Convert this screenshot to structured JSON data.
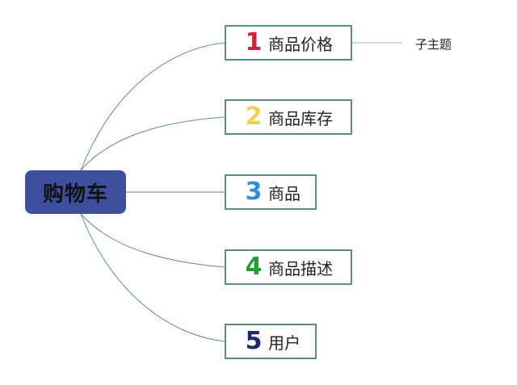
{
  "root": {
    "label": "购物车"
  },
  "nodes": [
    {
      "number": "1",
      "label": "商品价格",
      "number_color": "#d21f3c"
    },
    {
      "number": "2",
      "label": "商品库存",
      "number_color": "#f1cf4d"
    },
    {
      "number": "3",
      "label": "商品",
      "number_color": "#2d8fd5"
    },
    {
      "number": "4",
      "label": "商品描述",
      "number_color": "#23a035"
    },
    {
      "number": "5",
      "label": "用户",
      "number_color": "#1c2a6b"
    }
  ],
  "subtopic": {
    "label": "子主题"
  },
  "colors": {
    "root_fill": "#3f4fa0",
    "node_border": "#5a8f7b",
    "connector": "#5a8f7b"
  }
}
